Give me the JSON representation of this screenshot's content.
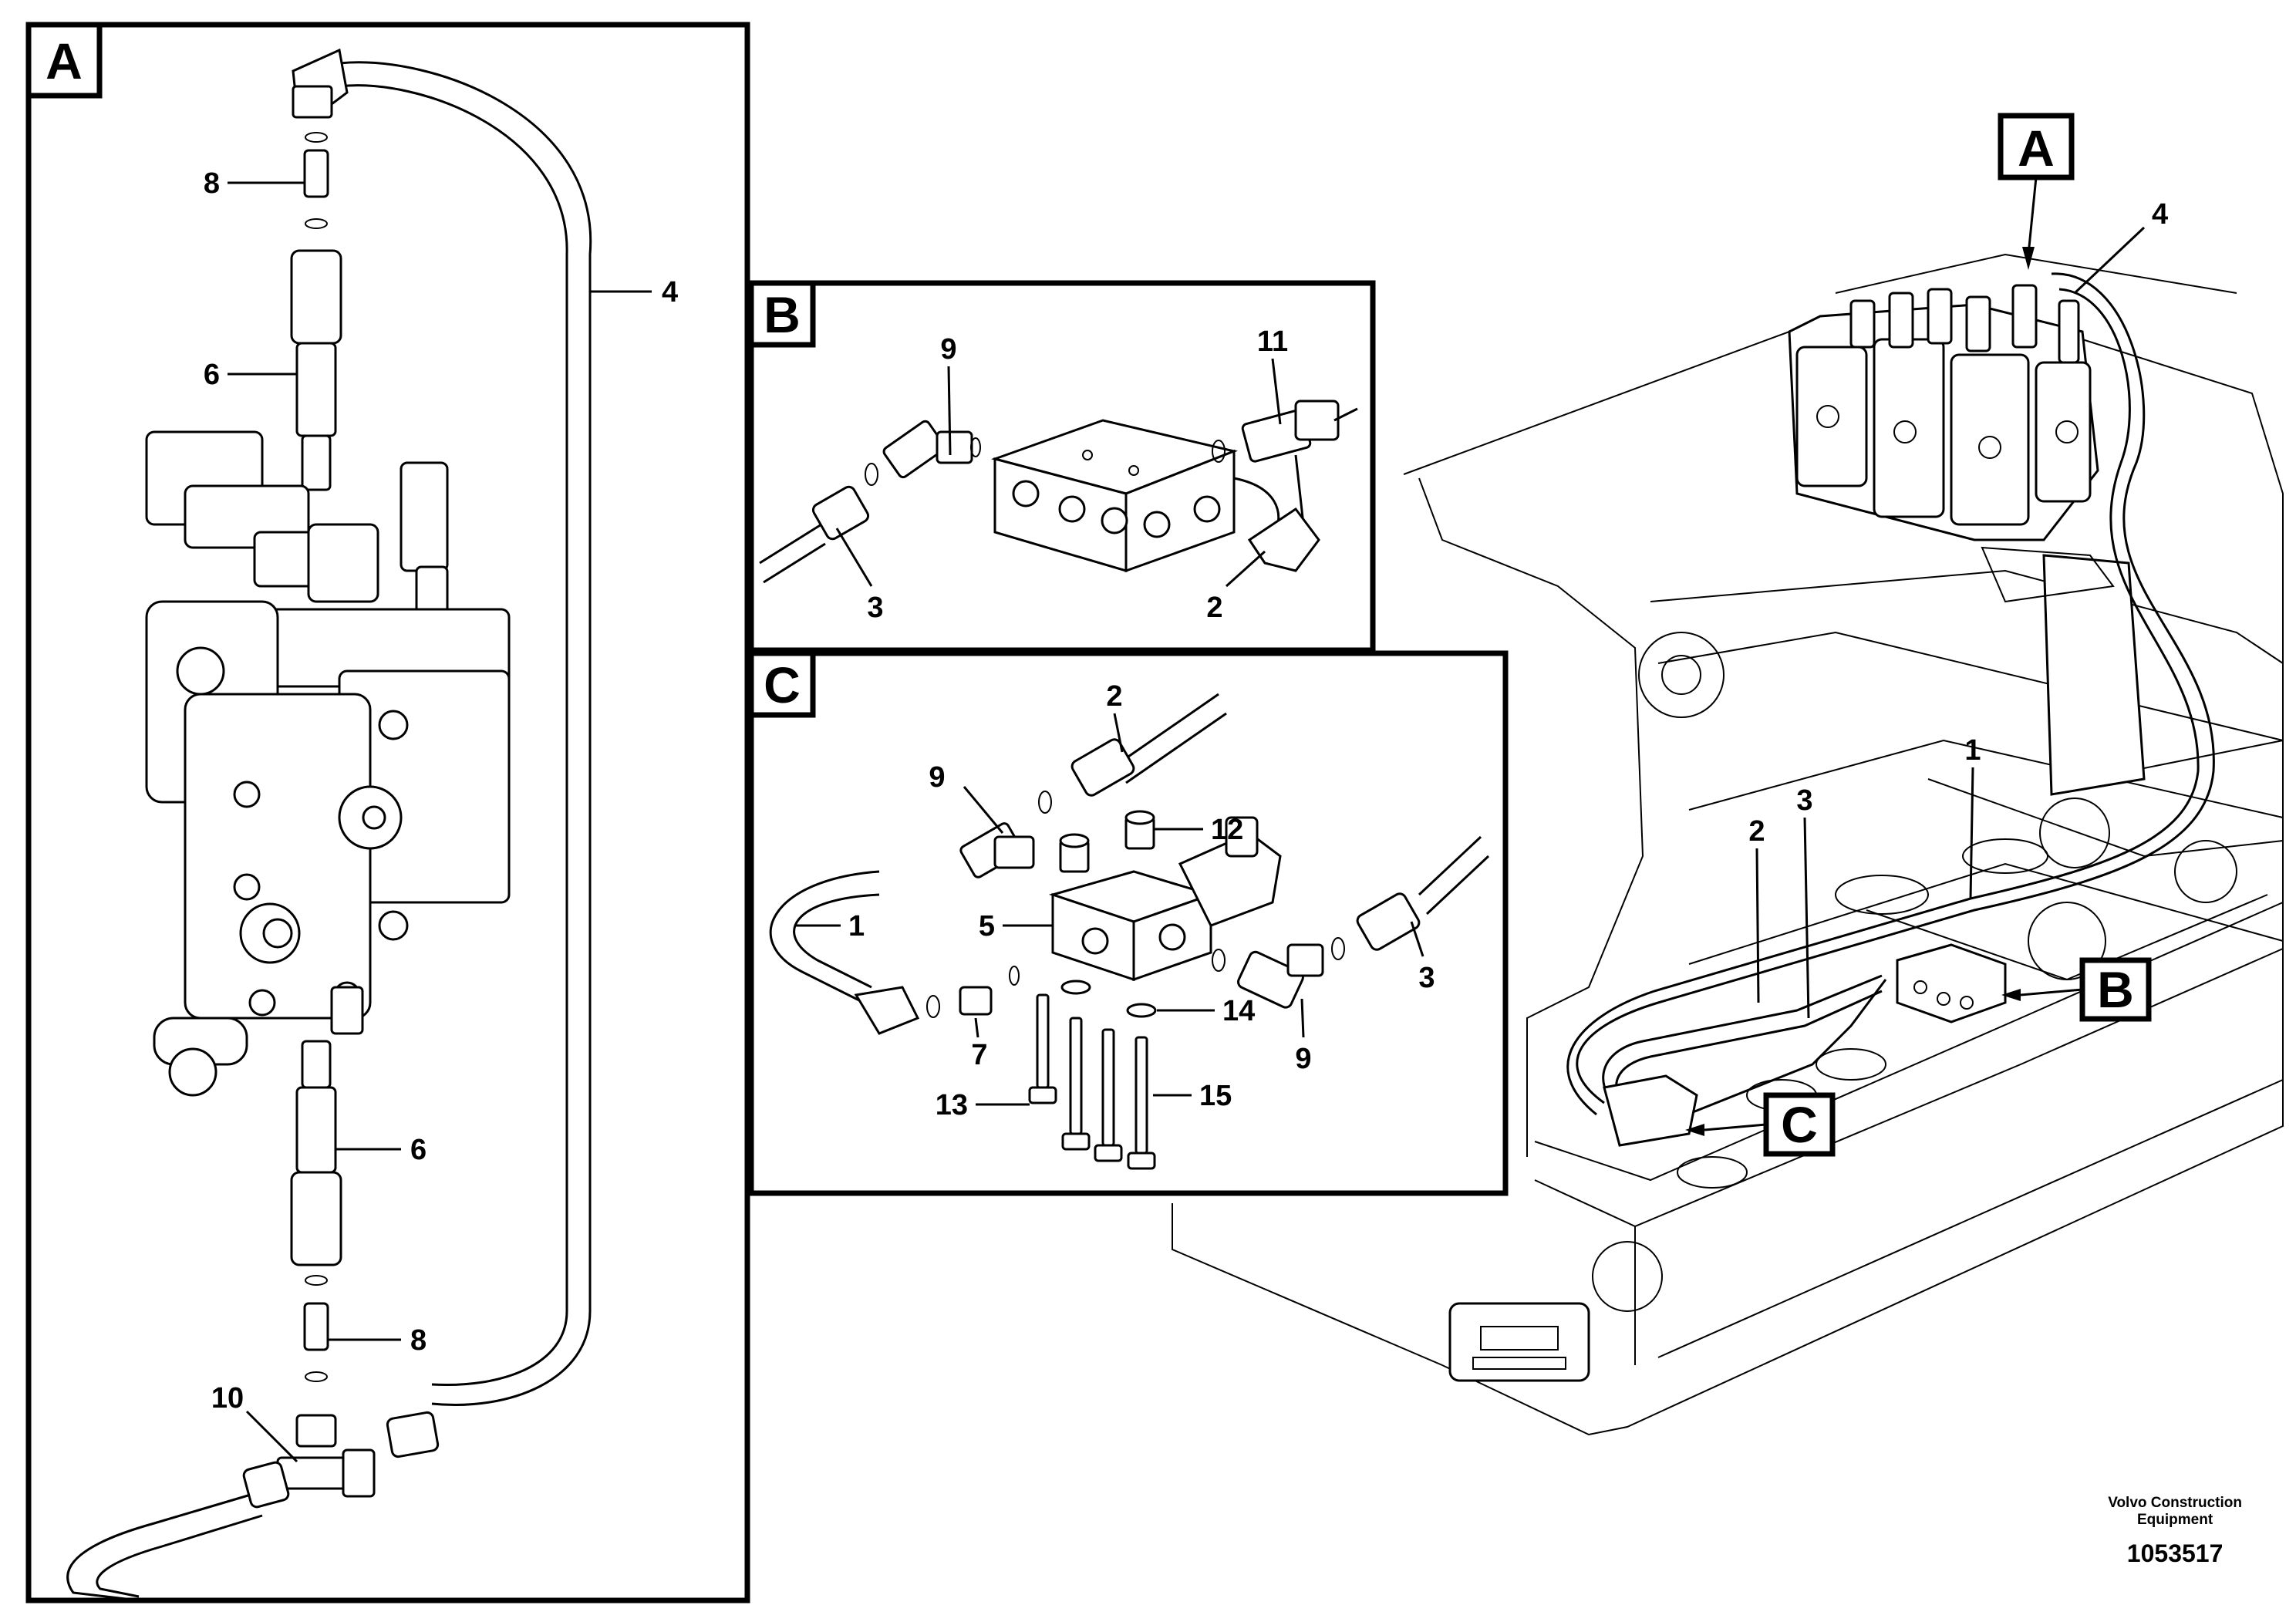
{
  "panels": {
    "A": "A",
    "B": "B",
    "C": "C"
  },
  "callouts": {
    "a": {
      "c8_top": "8",
      "c6_top": "6",
      "c4": "4",
      "c6_bottom": "6",
      "c8_bottom": "8",
      "c10": "10"
    },
    "b": {
      "c9": "9",
      "c11": "11",
      "c3": "3",
      "c2": "2"
    },
    "c": {
      "c2": "2",
      "c9_top": "9",
      "c12": "12",
      "c1": "1",
      "c5": "5",
      "c3": "3",
      "c7": "7",
      "c14": "14",
      "c9_bottom": "9",
      "c13": "13",
      "c15": "15"
    },
    "main": {
      "tagA": "A",
      "tagB": "B",
      "tagC": "C",
      "c4": "4",
      "c1": "1",
      "c2": "2",
      "c3": "3"
    }
  },
  "footer": {
    "brand_line1": "Volvo Construction",
    "brand_line2": "Equipment",
    "part_number": "1053517"
  }
}
